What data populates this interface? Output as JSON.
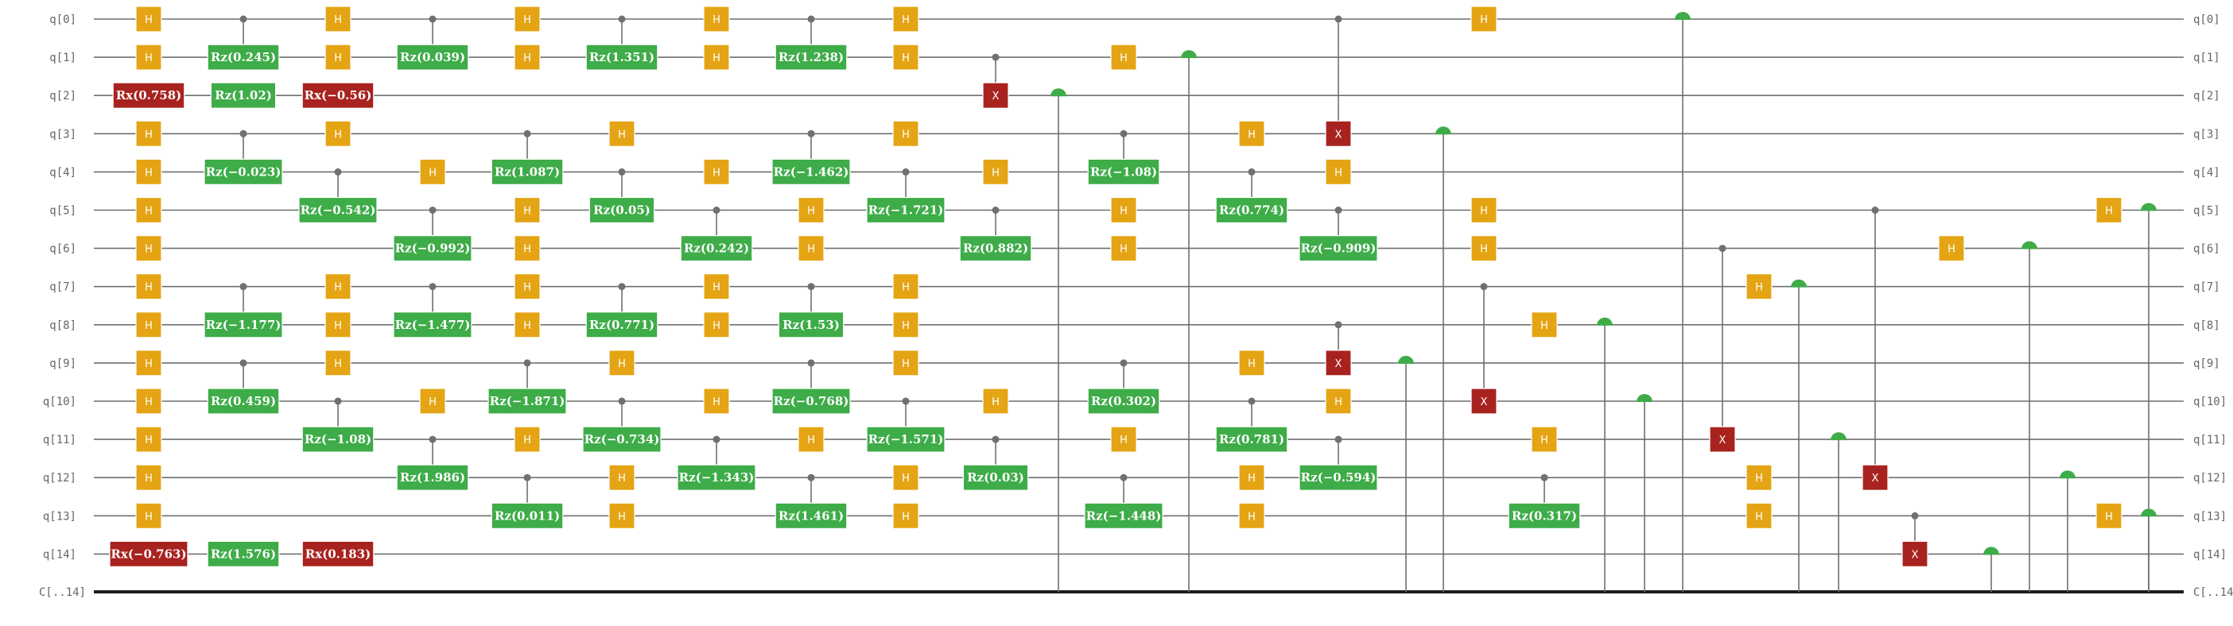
{
  "colors": {
    "wire": "#6f6f6f",
    "classical": "#1b1b1b",
    "h": "#E4A414",
    "rz": "#3EAC48",
    "rx": "#A8231F",
    "x": "#A8231F",
    "measure": "#3EAC48",
    "control": "#707070"
  },
  "wires": [
    "q[0]",
    "q[1]",
    "q[2]",
    "q[3]",
    "q[4]",
    "q[5]",
    "q[6]",
    "q[7]",
    "q[8]",
    "q[9]",
    "q[10]",
    "q[11]",
    "q[12]",
    "q[13]",
    "q[14]"
  ],
  "classical": "C[..14]",
  "columns": [
    {
      "gates": [
        [
          "H",
          0
        ],
        [
          "H",
          1
        ],
        [
          "Rx(0.758)",
          2
        ],
        [
          "H",
          3
        ],
        [
          "H",
          4
        ],
        [
          "H",
          5
        ],
        [
          "H",
          6
        ],
        [
          "H",
          7
        ],
        [
          "H",
          8
        ],
        [
          "H",
          9
        ],
        [
          "H",
          10
        ],
        [
          "H",
          11
        ],
        [
          "H",
          12
        ],
        [
          "H",
          13
        ],
        [
          "Rx(−0.763)",
          14
        ]
      ]
    },
    {
      "controlled": [
        [
          0,
          1,
          "Rz(0.245)"
        ],
        [
          3,
          4,
          "Rz(−0.023)"
        ],
        [
          7,
          8,
          "Rz(−1.177)"
        ],
        [
          9,
          10,
          "Rz(0.459)"
        ]
      ],
      "gates": [
        [
          "Rz(1.02)",
          2
        ],
        [
          "Rz(1.576)",
          14
        ]
      ]
    },
    {
      "gates": [
        [
          "H",
          0
        ],
        [
          "H",
          1
        ],
        [
          "Rx(−0.56)",
          2
        ],
        [
          "H",
          3
        ],
        [
          "H",
          7
        ],
        [
          "H",
          8
        ],
        [
          "H",
          9
        ]
      ],
      "controlled": [
        [
          4,
          5,
          "Rz(−0.542)"
        ],
        [
          10,
          11,
          "Rz(−1.08)"
        ]
      ],
      "gates2": [
        [
          "Rx(0.183)",
          14
        ]
      ]
    },
    {
      "controlled": [
        [
          0,
          1,
          "Rz(0.039)"
        ],
        [
          5,
          6,
          "Rz(−0.992)"
        ],
        [
          7,
          8,
          "Rz(−1.477)"
        ],
        [
          11,
          12,
          "Rz(1.986)"
        ]
      ],
      "gates": [
        [
          "H",
          4
        ],
        [
          "H",
          10
        ]
      ]
    },
    {
      "gates": [
        [
          "H",
          0
        ],
        [
          "H",
          1
        ],
        [
          "H",
          5
        ],
        [
          "H",
          6
        ],
        [
          "H",
          7
        ],
        [
          "H",
          8
        ],
        [
          "H",
          11
        ]
      ],
      "controlled": [
        [
          3,
          4,
          "Rz(1.087)"
        ],
        [
          9,
          10,
          "Rz(−1.871)"
        ],
        [
          12,
          13,
          "Rz(0.011)"
        ]
      ]
    },
    {
      "controlled": [
        [
          0,
          1,
          "Rz(1.351)"
        ],
        [
          4,
          5,
          "Rz(0.05)"
        ],
        [
          7,
          8,
          "Rz(0.771)"
        ],
        [
          10,
          11,
          "Rz(−0.734)"
        ]
      ],
      "gates": [
        [
          "H",
          3
        ],
        [
          "H",
          9
        ],
        [
          "H",
          12
        ],
        [
          "H",
          13
        ]
      ]
    },
    {
      "gates": [
        [
          "H",
          0
        ],
        [
          "H",
          1
        ],
        [
          "H",
          4
        ],
        [
          "H",
          7
        ],
        [
          "H",
          8
        ],
        [
          "H",
          10
        ]
      ],
      "controlled": [
        [
          5,
          6,
          "Rz(0.242)"
        ],
        [
          11,
          12,
          "Rz(−1.343)"
        ]
      ]
    },
    {
      "controlled": [
        [
          0,
          1,
          "Rz(1.238)"
        ],
        [
          3,
          4,
          "Rz(−1.462)"
        ],
        [
          7,
          8,
          "Rz(1.53)"
        ],
        [
          9,
          10,
          "Rz(−0.768)"
        ],
        [
          12,
          13,
          "Rz(1.461)"
        ]
      ],
      "gates": [
        [
          "H",
          5
        ],
        [
          "H",
          6
        ],
        [
          "H",
          11
        ]
      ]
    },
    {
      "gates": [
        [
          "H",
          0
        ],
        [
          "H",
          1
        ],
        [
          "H",
          3
        ],
        [
          "H",
          7
        ],
        [
          "H",
          8
        ],
        [
          "H",
          9
        ],
        [
          "H",
          12
        ],
        [
          "H",
          13
        ]
      ],
      "controlled": [
        [
          4,
          5,
          "Rz(−1.721)"
        ],
        [
          10,
          11,
          "Rz(−1.571)"
        ]
      ]
    },
    {
      "cx": [
        [
          1,
          2
        ]
      ],
      "gates": [
        [
          "H",
          4
        ],
        [
          "H",
          10
        ]
      ],
      "controlled": [
        [
          5,
          6,
          "Rz(0.882)"
        ],
        [
          11,
          12,
          "Rz(0.03)"
        ]
      ]
    },
    {
      "measure": [
        2
      ]
    },
    {
      "gates": [
        [
          "H",
          1
        ],
        [
          "H",
          5
        ],
        [
          "H",
          6
        ],
        [
          "H",
          11
        ]
      ],
      "controlled": [
        [
          3,
          4,
          "Rz(−1.08)"
        ],
        [
          9,
          10,
          "Rz(0.302)"
        ],
        [
          12,
          13,
          "Rz(−1.448)"
        ]
      ]
    },
    {
      "measure": [
        1
      ]
    },
    {
      "gates": [
        [
          "H",
          3
        ],
        [
          "H",
          9
        ],
        [
          "H",
          12
        ],
        [
          "H",
          13
        ]
      ],
      "controlled": [
        [
          4,
          5,
          "Rz(0.774)"
        ],
        [
          10,
          11,
          "Rz(0.781)"
        ]
      ]
    },
    {
      "cx": [
        [
          0,
          3
        ],
        [
          8,
          9
        ]
      ],
      "gates": [
        [
          "H",
          4
        ],
        [
          "H",
          10
        ]
      ],
      "controlled": [
        [
          5,
          6,
          "Rz(−0.909)"
        ],
        [
          11,
          12,
          "Rz(−0.594)"
        ]
      ]
    },
    {
      "measure": [
        9
      ]
    },
    {
      "measure": [
        3
      ]
    },
    {
      "gates": [
        [
          "H",
          0
        ],
        [
          "H",
          5
        ],
        [
          "H",
          6
        ]
      ],
      "cx": [
        [
          7,
          10
        ]
      ]
    },
    {
      "gates": [
        [
          "H",
          8
        ],
        [
          "H",
          11
        ]
      ],
      "controlled": [
        [
          12,
          13,
          "Rz(0.317)"
        ]
      ]
    },
    {
      "measure": [
        8
      ]
    },
    {
      "measure": [
        10
      ]
    },
    {
      "measure": [
        0
      ]
    },
    {
      "cx": [
        [
          6,
          11
        ]
      ]
    },
    {
      "gates": [
        [
          "H",
          7
        ],
        [
          "H",
          12
        ],
        [
          "H",
          13
        ]
      ]
    },
    {
      "measure": [
        7
      ]
    },
    {
      "measure": [
        11
      ]
    },
    {
      "cx": [
        [
          5,
          12
        ]
      ]
    },
    {
      "cx": [
        [
          13,
          14
        ]
      ]
    },
    {
      "gates": [
        [
          "H",
          6
        ]
      ]
    },
    {
      "measure": [
        14
      ]
    },
    {
      "measure": [
        6
      ]
    },
    {
      "measure": [
        12
      ]
    },
    {
      "gates": [
        [
          "H",
          5
        ],
        [
          "H",
          13
        ]
      ]
    },
    {
      "measure": [
        13
      ]
    },
    {
      "measure": [
        5
      ]
    }
  ]
}
